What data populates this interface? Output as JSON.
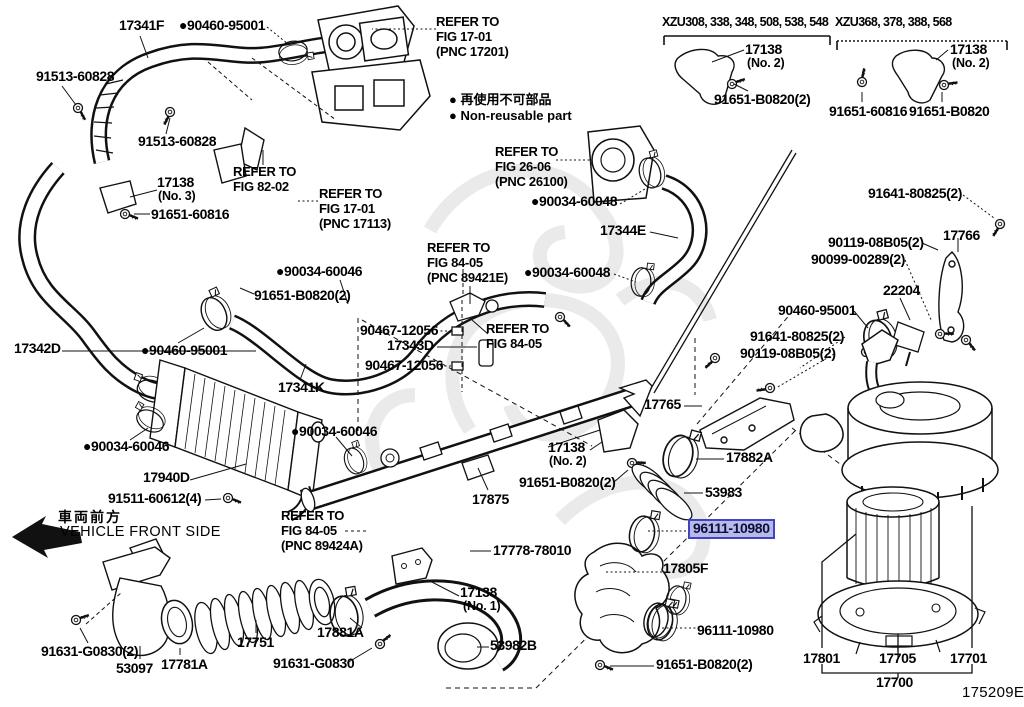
{
  "diagram": {
    "drawing_code": "175209E",
    "highlight_color": "#b6b9ea",
    "highlight_border": "#3f45c0",
    "legend": {
      "line_ja": "● 再使用不可部品",
      "line_en": "● Non-reusable part"
    },
    "front_marker": {
      "ja": "車両前方",
      "en": "VEHICLE FRONT SIDE"
    },
    "variant_groups": [
      {
        "label": "XZU308, 338, 348, 508, 538, 548"
      },
      {
        "label": "XZU368, 378, 388, 568"
      }
    ]
  },
  "labels": [
    {
      "text": "17341F"
    },
    {
      "text": "●90460-95001"
    },
    {
      "text": "91513-60828"
    },
    {
      "text": "91513-60828"
    },
    {
      "text": "17138"
    },
    {
      "text": "(No. 2)"
    },
    {
      "text": "91651-B0820(2)"
    },
    {
      "text": "17138"
    },
    {
      "text": "(No. 2)"
    },
    {
      "text": "91651-60816"
    },
    {
      "text": "91651-B0820"
    },
    {
      "text": "17138"
    },
    {
      "text": "(No. 3)"
    },
    {
      "text": "91651-60816"
    },
    {
      "text": "●90034-60048"
    },
    {
      "text": "17344E"
    },
    {
      "text": "●90034-60048"
    },
    {
      "text": "91641-80825(2)"
    },
    {
      "text": "90119-08B05(2)"
    },
    {
      "text": "17766"
    },
    {
      "text": "90099-00289(2)"
    },
    {
      "text": "22204"
    },
    {
      "text": "90460-95001"
    },
    {
      "text": "91641-80825(2)"
    },
    {
      "text": "90119-08B05(2)"
    },
    {
      "text": "●90034-60046"
    },
    {
      "text": "91651-B0820(2)"
    },
    {
      "text": "90467-12056"
    },
    {
      "text": "17343D"
    },
    {
      "text": "90467-12056"
    },
    {
      "text": "17342D"
    },
    {
      "text": "●90460-95001"
    },
    {
      "text": "17341K"
    },
    {
      "text": "●90034-60046"
    },
    {
      "text": "17138"
    },
    {
      "text": "(No. 2)"
    },
    {
      "text": "91651-B0820(2)"
    },
    {
      "text": "17875"
    },
    {
      "text": "17778-78010"
    },
    {
      "text": "●90034-60046"
    },
    {
      "text": "17940D"
    },
    {
      "text": "91511-60612(4)"
    },
    {
      "text": "17765"
    },
    {
      "text": "17882A"
    },
    {
      "text": "53983"
    },
    {
      "text": "96111-10980"
    },
    {
      "text": "17805F"
    },
    {
      "text": "96111-10980"
    },
    {
      "text": "91651-B0820(2)"
    },
    {
      "text": "17138"
    },
    {
      "text": "(No. 1)"
    },
    {
      "text": "53982B"
    },
    {
      "text": "17881A"
    },
    {
      "text": "91631-G0830"
    },
    {
      "text": "91631-G0830(2)"
    },
    {
      "text": "53097"
    },
    {
      "text": "17781A"
    },
    {
      "text": "17751"
    },
    {
      "text": "17801"
    },
    {
      "text": "17705"
    },
    {
      "text": "17701"
    },
    {
      "text": "17700"
    }
  ],
  "refs": [
    {
      "lines": [
        "REFER TO",
        "FIG 17-01",
        "(PNC 17201)"
      ]
    },
    {
      "lines": [
        "REFER TO",
        "FIG 82-02",
        ""
      ]
    },
    {
      "lines": [
        "REFER TO",
        "FIG 17-01",
        "(PNC 17113)"
      ]
    },
    {
      "lines": [
        "REFER TO",
        "FIG 26-06",
        "(PNC 26100)"
      ]
    },
    {
      "lines": [
        "REFER TO",
        "FIG 84-05",
        "(PNC 89421E)"
      ]
    },
    {
      "lines": [
        "REFER TO",
        "FIG 84-05",
        ""
      ]
    },
    {
      "lines": [
        "REFER TO",
        "FIG 84-05",
        "(PNC 89424A)"
      ]
    }
  ]
}
